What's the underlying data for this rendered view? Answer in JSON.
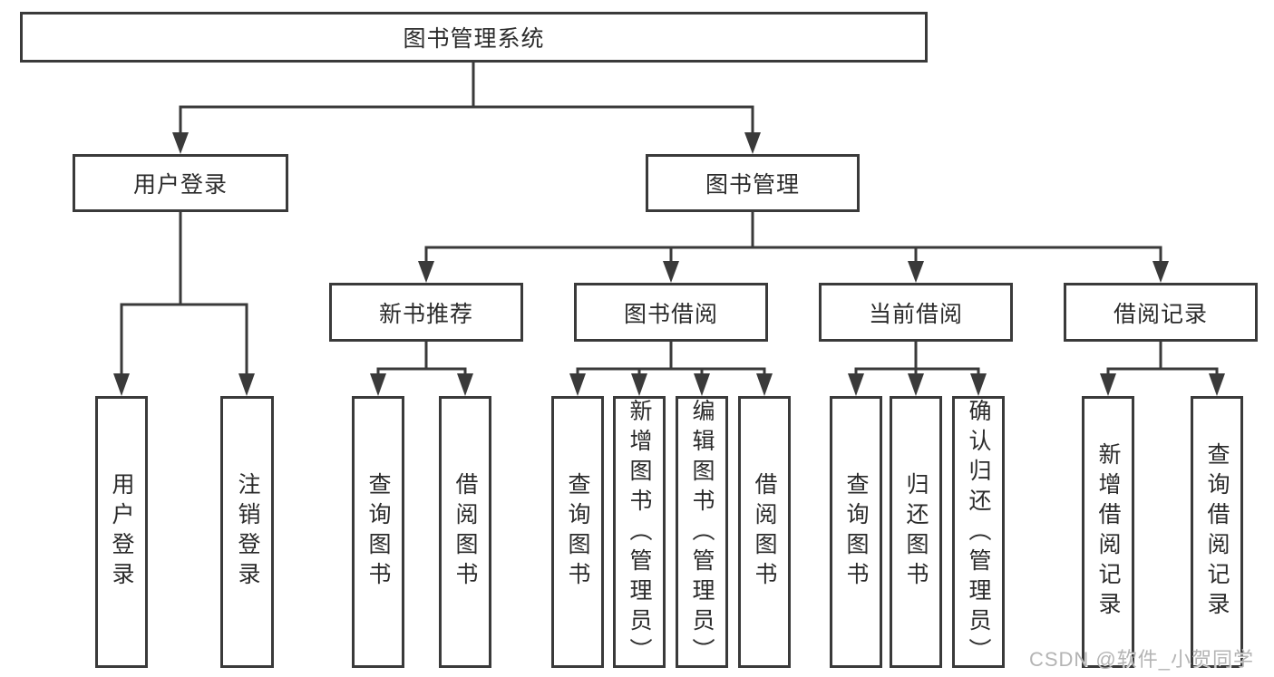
{
  "tree": {
    "root": {
      "label": "图书管理系统",
      "children": [
        {
          "label": "用户登录",
          "children": [
            {
              "label": "用户登录"
            },
            {
              "label": "注销登录"
            }
          ]
        },
        {
          "label": "图书管理",
          "children": [
            {
              "label": "新书推荐",
              "children": [
                {
                  "label": "查询图书"
                },
                {
                  "label": "借阅图书"
                }
              ]
            },
            {
              "label": "图书借阅",
              "children": [
                {
                  "label": "查询图书"
                },
                {
                  "label": "新增图书（管理员）"
                },
                {
                  "label": "编辑图书（管理员）"
                },
                {
                  "label": "借阅图书"
                }
              ]
            },
            {
              "label": "当前借阅",
              "children": [
                {
                  "label": "查询图书"
                },
                {
                  "label": "归还图书"
                },
                {
                  "label": "确认归还（管理员）"
                }
              ]
            },
            {
              "label": "借阅记录",
              "children": [
                {
                  "label": "新增借阅记录"
                },
                {
                  "label": "查询借阅记录"
                }
              ]
            }
          ]
        }
      ]
    }
  },
  "watermark": "CSDN @软件_小贺同学",
  "colors": {
    "line": "#3a3a3a",
    "text": "#2b2b2b",
    "watermark": "#b4b4b4",
    "background": "#ffffff"
  }
}
